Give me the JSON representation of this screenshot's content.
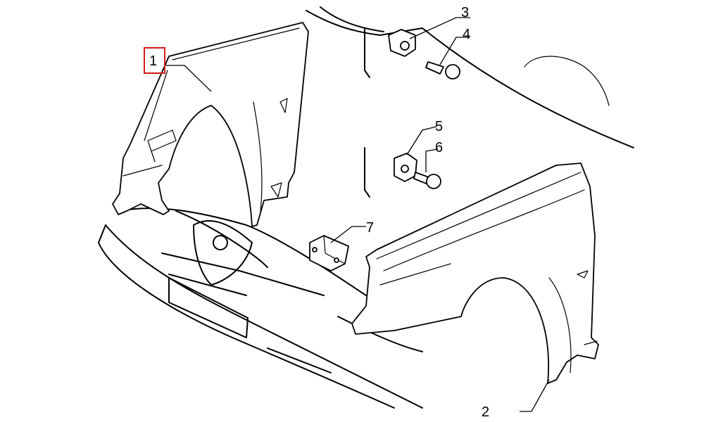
{
  "callouts": [
    {
      "id": "1",
      "label": "1",
      "highlighted": true
    },
    {
      "id": "2",
      "label": "2",
      "highlighted": false
    },
    {
      "id": "3",
      "label": "3",
      "highlighted": false
    },
    {
      "id": "4",
      "label": "4",
      "highlighted": false
    },
    {
      "id": "5",
      "label": "5",
      "highlighted": false
    },
    {
      "id": "6",
      "label": "6",
      "highlighted": false
    },
    {
      "id": "7",
      "label": "7",
      "highlighted": false
    }
  ],
  "colors": {
    "highlight": "#d11a1a",
    "line": "#000000",
    "background": "#ffffff"
  }
}
